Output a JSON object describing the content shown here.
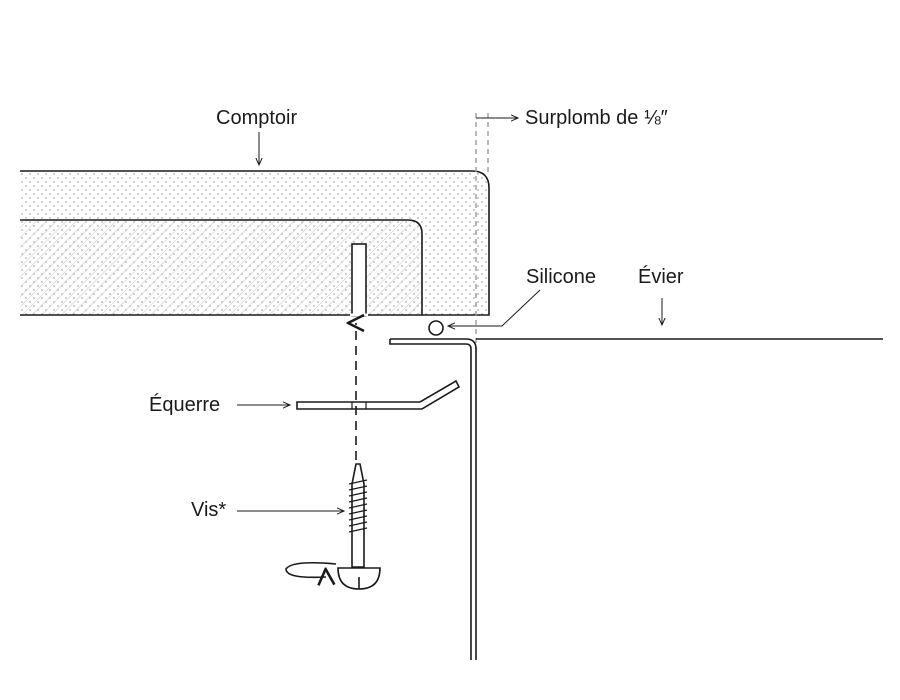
{
  "labels": {
    "countertop": "Comptoir",
    "overhang": "Surplomb de ⅛″",
    "silicone": "Silicone",
    "sink": "Évier",
    "bracket": "Équerre",
    "screw": "Vis*"
  },
  "colors": {
    "line": "#1a1a1a",
    "dashed": "#9a9a9a",
    "dots": "#b0b0b0",
    "hatch": "#c4c4c4",
    "background": "#ffffff"
  }
}
